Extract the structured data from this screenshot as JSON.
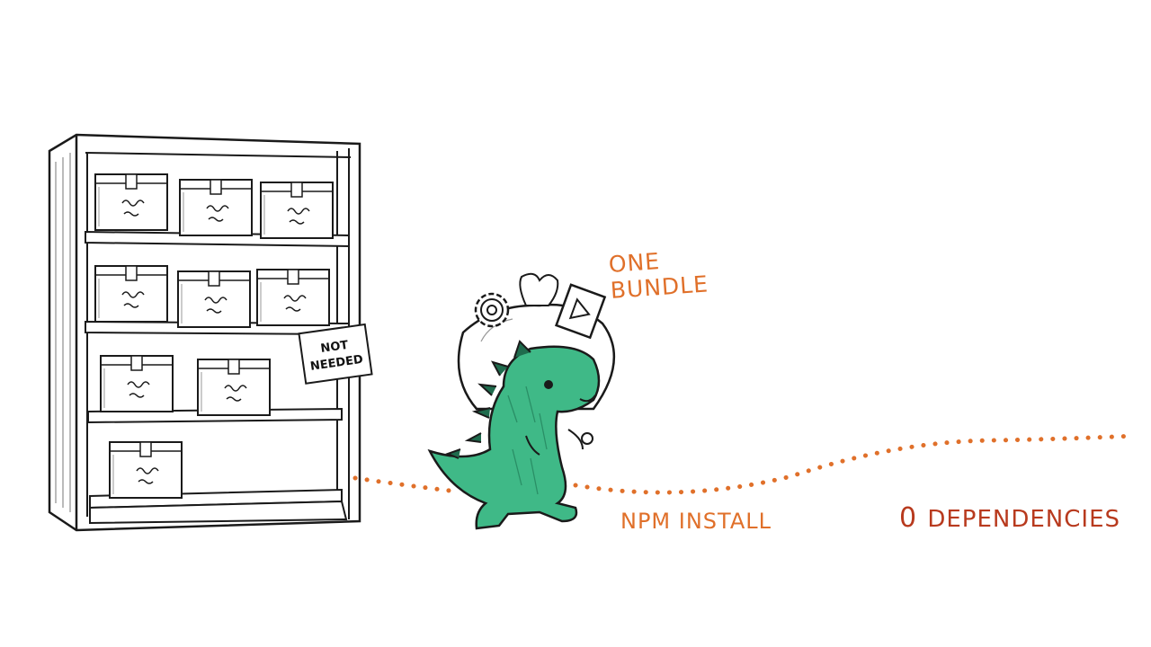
{
  "labels": {
    "one_bundle_line1": "ONE",
    "one_bundle_line2": "BUNDLE",
    "npm_install": "NPM INSTALL",
    "dependencies_count": "0",
    "dependencies_word": "DEPENDENCIES"
  },
  "shelf_sign": {
    "line1": "NOT",
    "line2": "NEEDED"
  },
  "colors": {
    "accent_orange": "#e0702a",
    "accent_red": "#b83a1e",
    "dino_green": "#3fb987",
    "dino_dark": "#1f6b4d",
    "ink": "#1a1a1a"
  }
}
